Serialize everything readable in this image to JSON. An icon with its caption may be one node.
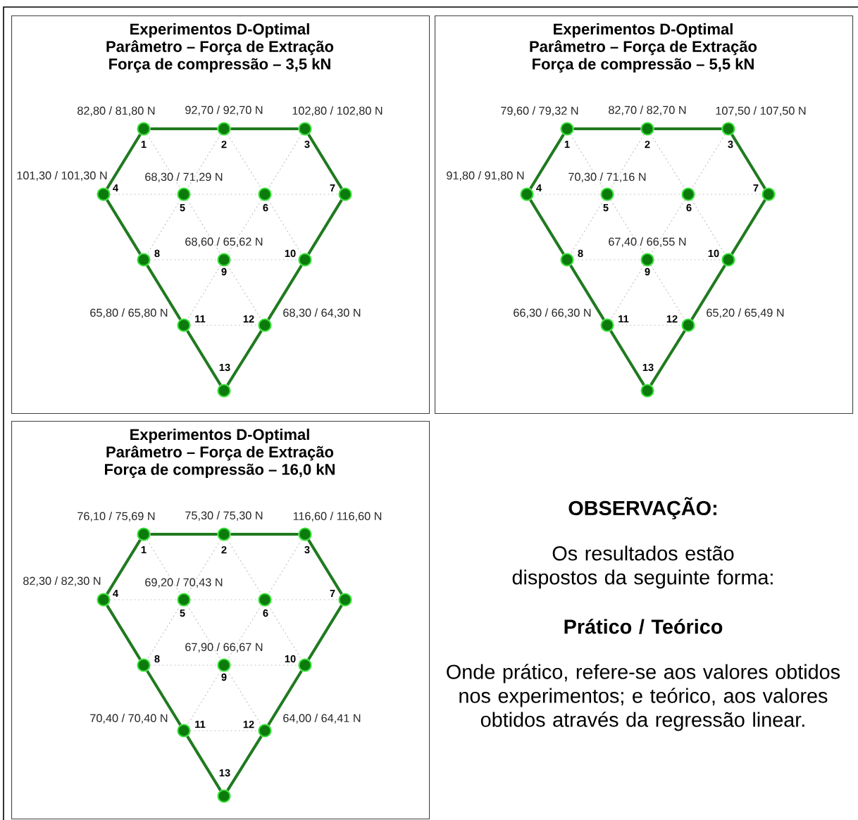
{
  "diagram": {
    "nodes": [
      {
        "text": [
          "Experimentos D-Optimal",
          "Parâmetro – Força de Extração",
          "Força de compressão – 3,5 kN"
        ]
      },
      {
        "text": [],
        "shape": "circle",
        "in": 0,
        "beside": [
          "1",
          "82,80 / 81,80 N"
        ]
      },
      {
        "text": [],
        "shape": "circle",
        "in": 0,
        "beside": [
          "2",
          "92,70 / 92,70 N"
        ]
      },
      {
        "text": [],
        "shape": "circle",
        "in": 0,
        "beside": [
          "3",
          "102,80 / 102,80 N"
        ]
      },
      {
        "text": [],
        "shape": "circle",
        "in": 0,
        "beside": [
          "4",
          "101,30 / 101,30 N"
        ]
      },
      {
        "text": [],
        "shape": "circle",
        "in": 0,
        "beside": [
          "5",
          "68,30 / 71,29 N"
        ]
      },
      {
        "text": [],
        "shape": "circle",
        "in": 0,
        "beside": [
          "6"
        ]
      },
      {
        "text": [],
        "shape": "circle",
        "in": 0,
        "beside": [
          "7"
        ]
      },
      {
        "text": [],
        "shape": "circle",
        "in": 0,
        "beside": [
          "8"
        ]
      },
      {
        "text": [],
        "shape": "circle",
        "in": 0,
        "beside": [
          "9",
          "68,60 / 65,62 N"
        ]
      },
      {
        "text": [],
        "shape": "circle",
        "in": 0,
        "beside": [
          "10"
        ]
      },
      {
        "text": [],
        "shape": "circle",
        "in": 0,
        "beside": [
          "11",
          "65,80 / 65,80 N"
        ]
      },
      {
        "text": [],
        "shape": "circle",
        "in": 0,
        "beside": [
          "12",
          "68,30 / 64,30 N"
        ]
      },
      {
        "text": [],
        "shape": "circle",
        "in": 0,
        "beside": [
          "13"
        ]
      },
      {
        "text": [
          "Experimentos D-Optimal",
          "Parâmetro – Força de Extração",
          "Força de compressão – 5,5 kN"
        ]
      },
      {
        "text": [],
        "shape": "circle",
        "in": 14,
        "beside": [
          "1",
          "79,60 / 79,32 N"
        ]
      },
      {
        "text": [],
        "shape": "circle",
        "in": 14,
        "beside": [
          "2",
          "82,70 / 82,70 N"
        ]
      },
      {
        "text": [],
        "shape": "circle",
        "in": 14,
        "beside": [
          "3",
          "107,50 / 107,50 N"
        ]
      },
      {
        "text": [],
        "shape": "circle",
        "in": 14,
        "beside": [
          "4",
          "91,80 / 91,80 N"
        ]
      },
      {
        "text": [],
        "shape": "circle",
        "in": 14,
        "beside": [
          "5",
          "70,30 / 71,16 N"
        ]
      },
      {
        "text": [],
        "shape": "circle",
        "in": 14,
        "beside": [
          "6"
        ]
      },
      {
        "text": [],
        "shape": "circle",
        "in": 14,
        "beside": [
          "7"
        ]
      },
      {
        "text": [],
        "shape": "circle",
        "in": 14,
        "beside": [
          "8"
        ]
      },
      {
        "text": [],
        "shape": "circle",
        "in": 14,
        "beside": [
          "9",
          "67,40 / 66,55 N"
        ]
      },
      {
        "text": [],
        "shape": "circle",
        "in": 14,
        "beside": [
          "10"
        ]
      },
      {
        "text": [],
        "shape": "circle",
        "in": 14,
        "beside": [
          "11",
          "66,30 / 66,30 N"
        ]
      },
      {
        "text": [],
        "shape": "circle",
        "in": 14,
        "beside": [
          "12",
          "65,20 / 65,49 N"
        ]
      },
      {
        "text": [],
        "shape": "circle",
        "in": 14,
        "beside": [
          "13"
        ]
      },
      {
        "text": [
          "Experimentos D-Optimal",
          "Parâmetro – Força de Extração",
          "Força de compressão – 16,0 kN"
        ]
      },
      {
        "text": [],
        "shape": "circle",
        "in": 28,
        "beside": [
          "1",
          "76,10 / 75,69 N"
        ]
      },
      {
        "text": [],
        "shape": "circle",
        "in": 28,
        "beside": [
          "2",
          "75,30 / 75,30 N"
        ]
      },
      {
        "text": [],
        "shape": "circle",
        "in": 28,
        "beside": [
          "3",
          "116,60 / 116,60 N"
        ]
      },
      {
        "text": [],
        "shape": "circle",
        "in": 28,
        "beside": [
          "4",
          "82,30 / 82,30 N"
        ]
      },
      {
        "text": [],
        "shape": "circle",
        "in": 28,
        "beside": [
          "5",
          "69,20 / 70,43 N"
        ]
      },
      {
        "text": [],
        "shape": "circle",
        "in": 28,
        "beside": [
          "6"
        ]
      },
      {
        "text": [],
        "shape": "circle",
        "in": 28,
        "beside": [
          "7"
        ]
      },
      {
        "text": [],
        "shape": "circle",
        "in": 28,
        "beside": [
          "8"
        ]
      },
      {
        "text": [],
        "shape": "circle",
        "in": 28,
        "beside": [
          "9",
          "67,90 / 66,67 N"
        ]
      },
      {
        "text": [],
        "shape": "circle",
        "in": 28,
        "beside": [
          "10"
        ]
      },
      {
        "text": [],
        "shape": "circle",
        "in": 28,
        "beside": [
          "11",
          "70,40 / 70,40 N"
        ]
      },
      {
        "text": [],
        "shape": "circle",
        "in": 28,
        "beside": [
          "12",
          "64,00 / 64,41 N"
        ]
      },
      {
        "text": [],
        "shape": "circle",
        "in": 28,
        "beside": [
          "13"
        ]
      }
    ],
    "edges": [
      {
        "from": 1,
        "to": 2,
        "arrow": "none",
        "style": "thick",
        "color": "#1f7a1f"
      },
      {
        "from": 2,
        "to": 3,
        "arrow": "none",
        "style": "thick",
        "color": "#1f7a1f"
      },
      {
        "from": 3,
        "to": 7,
        "arrow": "none",
        "style": "thick",
        "color": "#1f7a1f"
      },
      {
        "from": 7,
        "to": 10,
        "arrow": "none",
        "style": "thick",
        "color": "#1f7a1f"
      },
      {
        "from": 10,
        "to": 12,
        "arrow": "none",
        "style": "thick",
        "color": "#1f7a1f"
      },
      {
        "from": 12,
        "to": 13,
        "arrow": "none",
        "style": "thick",
        "color": "#1f7a1f"
      },
      {
        "from": 11,
        "to": 13,
        "arrow": "none",
        "style": "thick",
        "color": "#1f7a1f"
      },
      {
        "from": 8,
        "to": 11,
        "arrow": "none",
        "style": "thick",
        "color": "#1f7a1f"
      },
      {
        "from": 4,
        "to": 8,
        "arrow": "none",
        "style": "thick",
        "color": "#1f7a1f"
      },
      {
        "from": 1,
        "to": 4,
        "arrow": "none",
        "style": "thick",
        "color": "#1f7a1f"
      },
      {
        "from": 1,
        "to": 5,
        "arrow": "none",
        "style": "dashed"
      },
      {
        "from": 2,
        "to": 5,
        "arrow": "none",
        "style": "dashed"
      },
      {
        "from": 2,
        "to": 6,
        "arrow": "none",
        "style": "dashed"
      },
      {
        "from": 3,
        "to": 6,
        "arrow": "none",
        "style": "dashed"
      },
      {
        "from": 4,
        "to": 5,
        "arrow": "none",
        "style": "dashed"
      },
      {
        "from": 5,
        "to": 6,
        "arrow": "none",
        "style": "dashed"
      },
      {
        "from": 6,
        "to": 7,
        "arrow": "none",
        "style": "dashed"
      },
      {
        "from": 5,
        "to": 8,
        "arrow": "none",
        "style": "dashed"
      },
      {
        "from": 5,
        "to": 9,
        "arrow": "none",
        "style": "dashed"
      },
      {
        "from": 6,
        "to": 9,
        "arrow": "none",
        "style": "dashed"
      },
      {
        "from": 6,
        "to": 10,
        "arrow": "none",
        "style": "dashed"
      },
      {
        "from": 8,
        "to": 9,
        "arrow": "none",
        "style": "dashed"
      },
      {
        "from": 9,
        "to": 10,
        "arrow": "none",
        "style": "dashed"
      },
      {
        "from": 9,
        "to": 11,
        "arrow": "none",
        "style": "dashed"
      },
      {
        "from": 9,
        "to": 12,
        "arrow": "none",
        "style": "dashed"
      },
      {
        "from": 11,
        "to": 12,
        "arrow": "none",
        "style": "dashed"
      },
      {
        "from": 15,
        "to": 16,
        "arrow": "none",
        "style": "thick",
        "color": "#1f7a1f"
      },
      {
        "from": 16,
        "to": 17,
        "arrow": "none",
        "style": "thick",
        "color": "#1f7a1f"
      },
      {
        "from": 17,
        "to": 21,
        "arrow": "none",
        "style": "thick",
        "color": "#1f7a1f"
      },
      {
        "from": 21,
        "to": 24,
        "arrow": "none",
        "style": "thick",
        "color": "#1f7a1f"
      },
      {
        "from": 24,
        "to": 26,
        "arrow": "none",
        "style": "thick",
        "color": "#1f7a1f"
      },
      {
        "from": 26,
        "to": 27,
        "arrow": "none",
        "style": "thick",
        "color": "#1f7a1f"
      },
      {
        "from": 25,
        "to": 27,
        "arrow": "none",
        "style": "thick",
        "color": "#1f7a1f"
      },
      {
        "from": 22,
        "to": 25,
        "arrow": "none",
        "style": "thick",
        "color": "#1f7a1f"
      },
      {
        "from": 18,
        "to": 22,
        "arrow": "none",
        "style": "thick",
        "color": "#1f7a1f"
      },
      {
        "from": 15,
        "to": 18,
        "arrow": "none",
        "style": "thick",
        "color": "#1f7a1f"
      },
      {
        "from": 15,
        "to": 19,
        "arrow": "none",
        "style": "dashed"
      },
      {
        "from": 16,
        "to": 19,
        "arrow": "none",
        "style": "dashed"
      },
      {
        "from": 16,
        "to": 20,
        "arrow": "none",
        "style": "dashed"
      },
      {
        "from": 17,
        "to": 20,
        "arrow": "none",
        "style": "dashed"
      },
      {
        "from": 18,
        "to": 19,
        "arrow": "none",
        "style": "dashed"
      },
      {
        "from": 19,
        "to": 20,
        "arrow": "none",
        "style": "dashed"
      },
      {
        "from": 20,
        "to": 21,
        "arrow": "none",
        "style": "dashed"
      },
      {
        "from": 19,
        "to": 22,
        "arrow": "none",
        "style": "dashed"
      },
      {
        "from": 19,
        "to": 23,
        "arrow": "none",
        "style": "dashed"
      },
      {
        "from": 20,
        "to": 23,
        "arrow": "none",
        "style": "dashed"
      },
      {
        "from": 20,
        "to": 24,
        "arrow": "none",
        "style": "dashed"
      },
      {
        "from": 22,
        "to": 23,
        "arrow": "none",
        "style": "dashed"
      },
      {
        "from": 23,
        "to": 24,
        "arrow": "none",
        "style": "dashed"
      },
      {
        "from": 23,
        "to": 25,
        "arrow": "none",
        "style": "dashed"
      },
      {
        "from": 23,
        "to": 26,
        "arrow": "none",
        "style": "dashed"
      },
      {
        "from": 25,
        "to": 26,
        "arrow": "none",
        "style": "dashed"
      },
      {
        "from": 29,
        "to": 30,
        "arrow": "none",
        "style": "thick",
        "color": "#1f7a1f"
      },
      {
        "from": 30,
        "to": 31,
        "arrow": "none",
        "style": "thick",
        "color": "#1f7a1f"
      },
      {
        "from": 31,
        "to": 35,
        "arrow": "none",
        "style": "thick",
        "color": "#1f7a1f"
      },
      {
        "from": 35,
        "to": 38,
        "arrow": "none",
        "style": "thick",
        "color": "#1f7a1f"
      },
      {
        "from": 38,
        "to": 40,
        "arrow": "none",
        "style": "thick",
        "color": "#1f7a1f"
      },
      {
        "from": 40,
        "to": 41,
        "arrow": "none",
        "style": "thick",
        "color": "#1f7a1f"
      },
      {
        "from": 39,
        "to": 41,
        "arrow": "none",
        "style": "thick",
        "color": "#1f7a1f"
      },
      {
        "from": 36,
        "to": 39,
        "arrow": "none",
        "style": "thick",
        "color": "#1f7a1f"
      },
      {
        "from": 32,
        "to": 36,
        "arrow": "none",
        "style": "thick",
        "color": "#1f7a1f"
      },
      {
        "from": 29,
        "to": 32,
        "arrow": "none",
        "style": "thick",
        "color": "#1f7a1f"
      },
      {
        "from": 29,
        "to": 33,
        "arrow": "none",
        "style": "dashed"
      },
      {
        "from": 30,
        "to": 33,
        "arrow": "none",
        "style": "dashed"
      },
      {
        "from": 30,
        "to": 34,
        "arrow": "none",
        "style": "dashed"
      },
      {
        "from": 31,
        "to": 34,
        "arrow": "none",
        "style": "dashed"
      },
      {
        "from": 32,
        "to": 33,
        "arrow": "none",
        "style": "dashed"
      },
      {
        "from": 33,
        "to": 34,
        "arrow": "none",
        "style": "dashed"
      },
      {
        "from": 34,
        "to": 35,
        "arrow": "none",
        "style": "dashed"
      },
      {
        "from": 33,
        "to": 36,
        "arrow": "none",
        "style": "dashed"
      },
      {
        "from": 33,
        "to": 37,
        "arrow": "none",
        "style": "dashed"
      },
      {
        "from": 34,
        "to": 37,
        "arrow": "none",
        "style": "dashed"
      },
      {
        "from": 34,
        "to": 38,
        "arrow": "none",
        "style": "dashed"
      },
      {
        "from": 36,
        "to": 37,
        "arrow": "none",
        "style": "dashed"
      },
      {
        "from": 37,
        "to": 38,
        "arrow": "none",
        "style": "dashed"
      },
      {
        "from": 37,
        "to": 39,
        "arrow": "none",
        "style": "dashed"
      },
      {
        "from": 37,
        "to": 40,
        "arrow": "none",
        "style": "dashed"
      },
      {
        "from": 39,
        "to": 40,
        "arrow": "none",
        "style": "dashed"
      }
    ],
    "labels": [
      "OBSERVAÇÃO:",
      "Os resultados estão dispostos da seguinte forma:",
      "Prático / Teórico",
      "Onde prático, refere-se aos valores obtidos nos experimentos; e teórico, aos valores obtidos através da regressão linear."
    ]
  }
}
